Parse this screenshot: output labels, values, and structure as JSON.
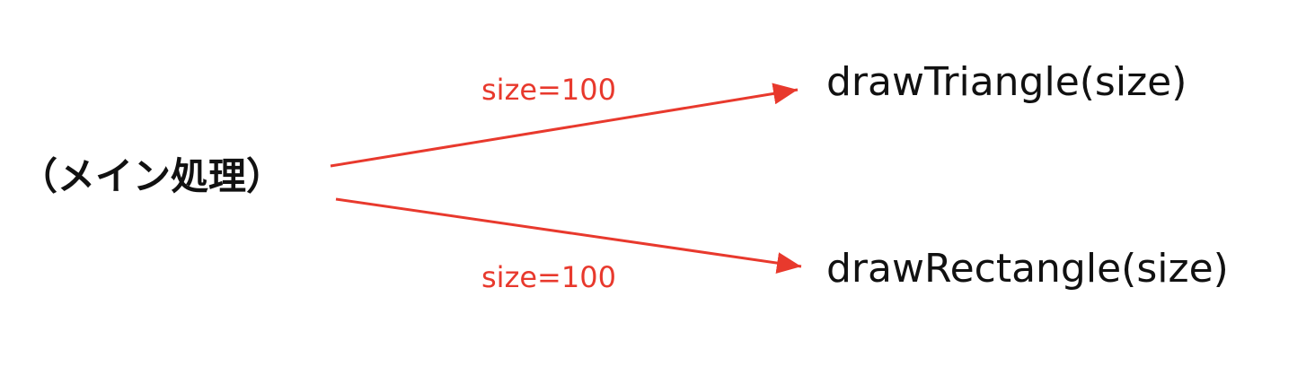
{
  "source": {
    "label": "（メイン処理）"
  },
  "targets": [
    {
      "label": "drawTriangle(size)"
    },
    {
      "label": "drawRectangle(size)"
    }
  ],
  "edges": [
    {
      "label": "size=100",
      "from": "source",
      "to": "targets.0"
    },
    {
      "label": "size=100",
      "from": "source",
      "to": "targets.1"
    }
  ],
  "colors": {
    "arrow": "#e8392d",
    "text": "#111111",
    "background": "#ffffff"
  }
}
